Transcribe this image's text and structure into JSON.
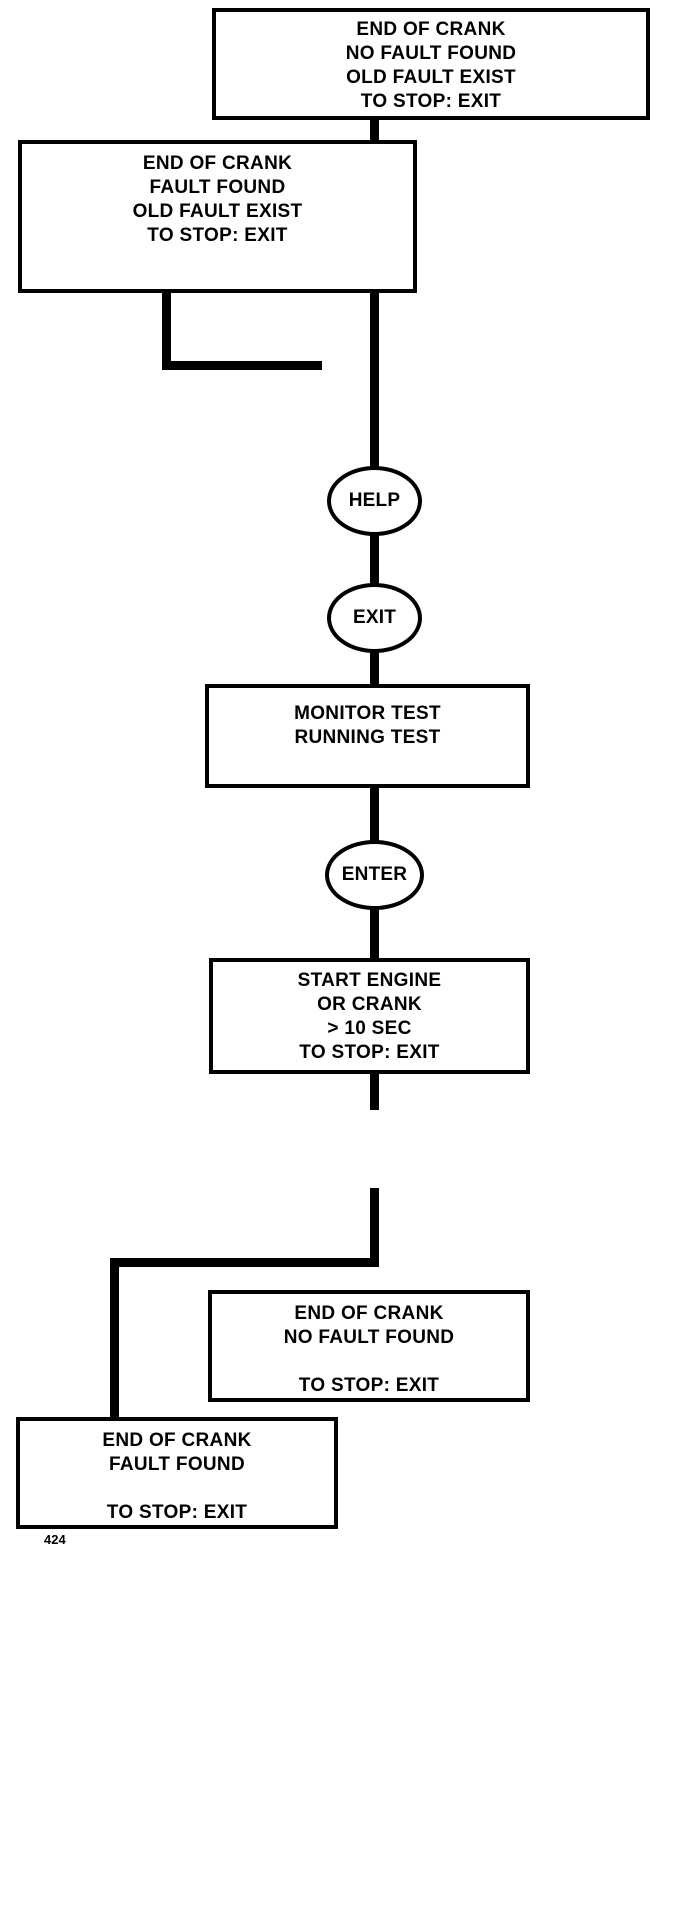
{
  "diagram": {
    "title": "End of Crank / Monitor Test Flow",
    "ink_color": "#000000",
    "background_color": "#ffffff",
    "nodes": [
      {
        "id": "end-of-crank-no-fault-old-fault",
        "shape": "rect",
        "lines": [
          "END OF CRANK",
          "NO FAULT FOUND",
          "OLD FAULT EXIST",
          "TO STOP: EXIT"
        ]
      },
      {
        "id": "end-of-crank-fault-old-fault",
        "shape": "rect",
        "lines": [
          "END OF CRANK",
          "FAULT FOUND",
          "OLD FAULT EXIST",
          "TO STOP: EXIT"
        ]
      },
      {
        "id": "help",
        "shape": "circle",
        "label": "HELP"
      },
      {
        "id": "exit",
        "shape": "circle",
        "label": "EXIT"
      },
      {
        "id": "monitor-test",
        "shape": "rect",
        "lines": [
          "MONITOR TEST",
          "RUNNING TEST"
        ]
      },
      {
        "id": "enter",
        "shape": "circle",
        "label": "ENTER"
      },
      {
        "id": "start-engine",
        "shape": "rect",
        "lines": [
          "START ENGINE",
          "OR CRANK",
          "> 10 SEC",
          "TO STOP: EXIT"
        ]
      },
      {
        "id": "end-of-crank-no-fault",
        "shape": "rect",
        "lines": [
          "END OF CRANK",
          "NO FAULT FOUND",
          "",
          "TO STOP: EXIT"
        ]
      },
      {
        "id": "end-of-crank-fault",
        "shape": "rect",
        "lines": [
          "END OF CRANK",
          "FAULT FOUND",
          "",
          "TO STOP: EXIT"
        ]
      }
    ],
    "page_mark": "424"
  },
  "box1": {
    "l1": "END OF CRANK",
    "l2": "NO FAULT FOUND",
    "l3": "OLD FAULT EXIST",
    "l4": "TO STOP: EXIT"
  },
  "box2": {
    "l1": "END OF CRANK",
    "l2": "FAULT FOUND",
    "l3": "OLD FAULT EXIST",
    "l4": "TO STOP: EXIT"
  },
  "box3": {
    "l1": "MONITOR TEST",
    "l2": "RUNNING TEST"
  },
  "box4": {
    "l1": "START ENGINE",
    "l2": "OR CRANK",
    "l3": "> 10 SEC",
    "l4": "TO STOP: EXIT"
  },
  "box5": {
    "l1": "END OF CRANK",
    "l2": "NO FAULT FOUND",
    "l3": " ",
    "l4": "TO STOP: EXIT"
  },
  "box6": {
    "l1": "END OF CRANK",
    "l2": "FAULT FOUND",
    "l3": " ",
    "l4": "TO STOP: EXIT"
  },
  "circles": {
    "help": "HELP",
    "exit": "EXIT",
    "enter": "ENTER"
  },
  "footer": {
    "page_mark": "424"
  }
}
